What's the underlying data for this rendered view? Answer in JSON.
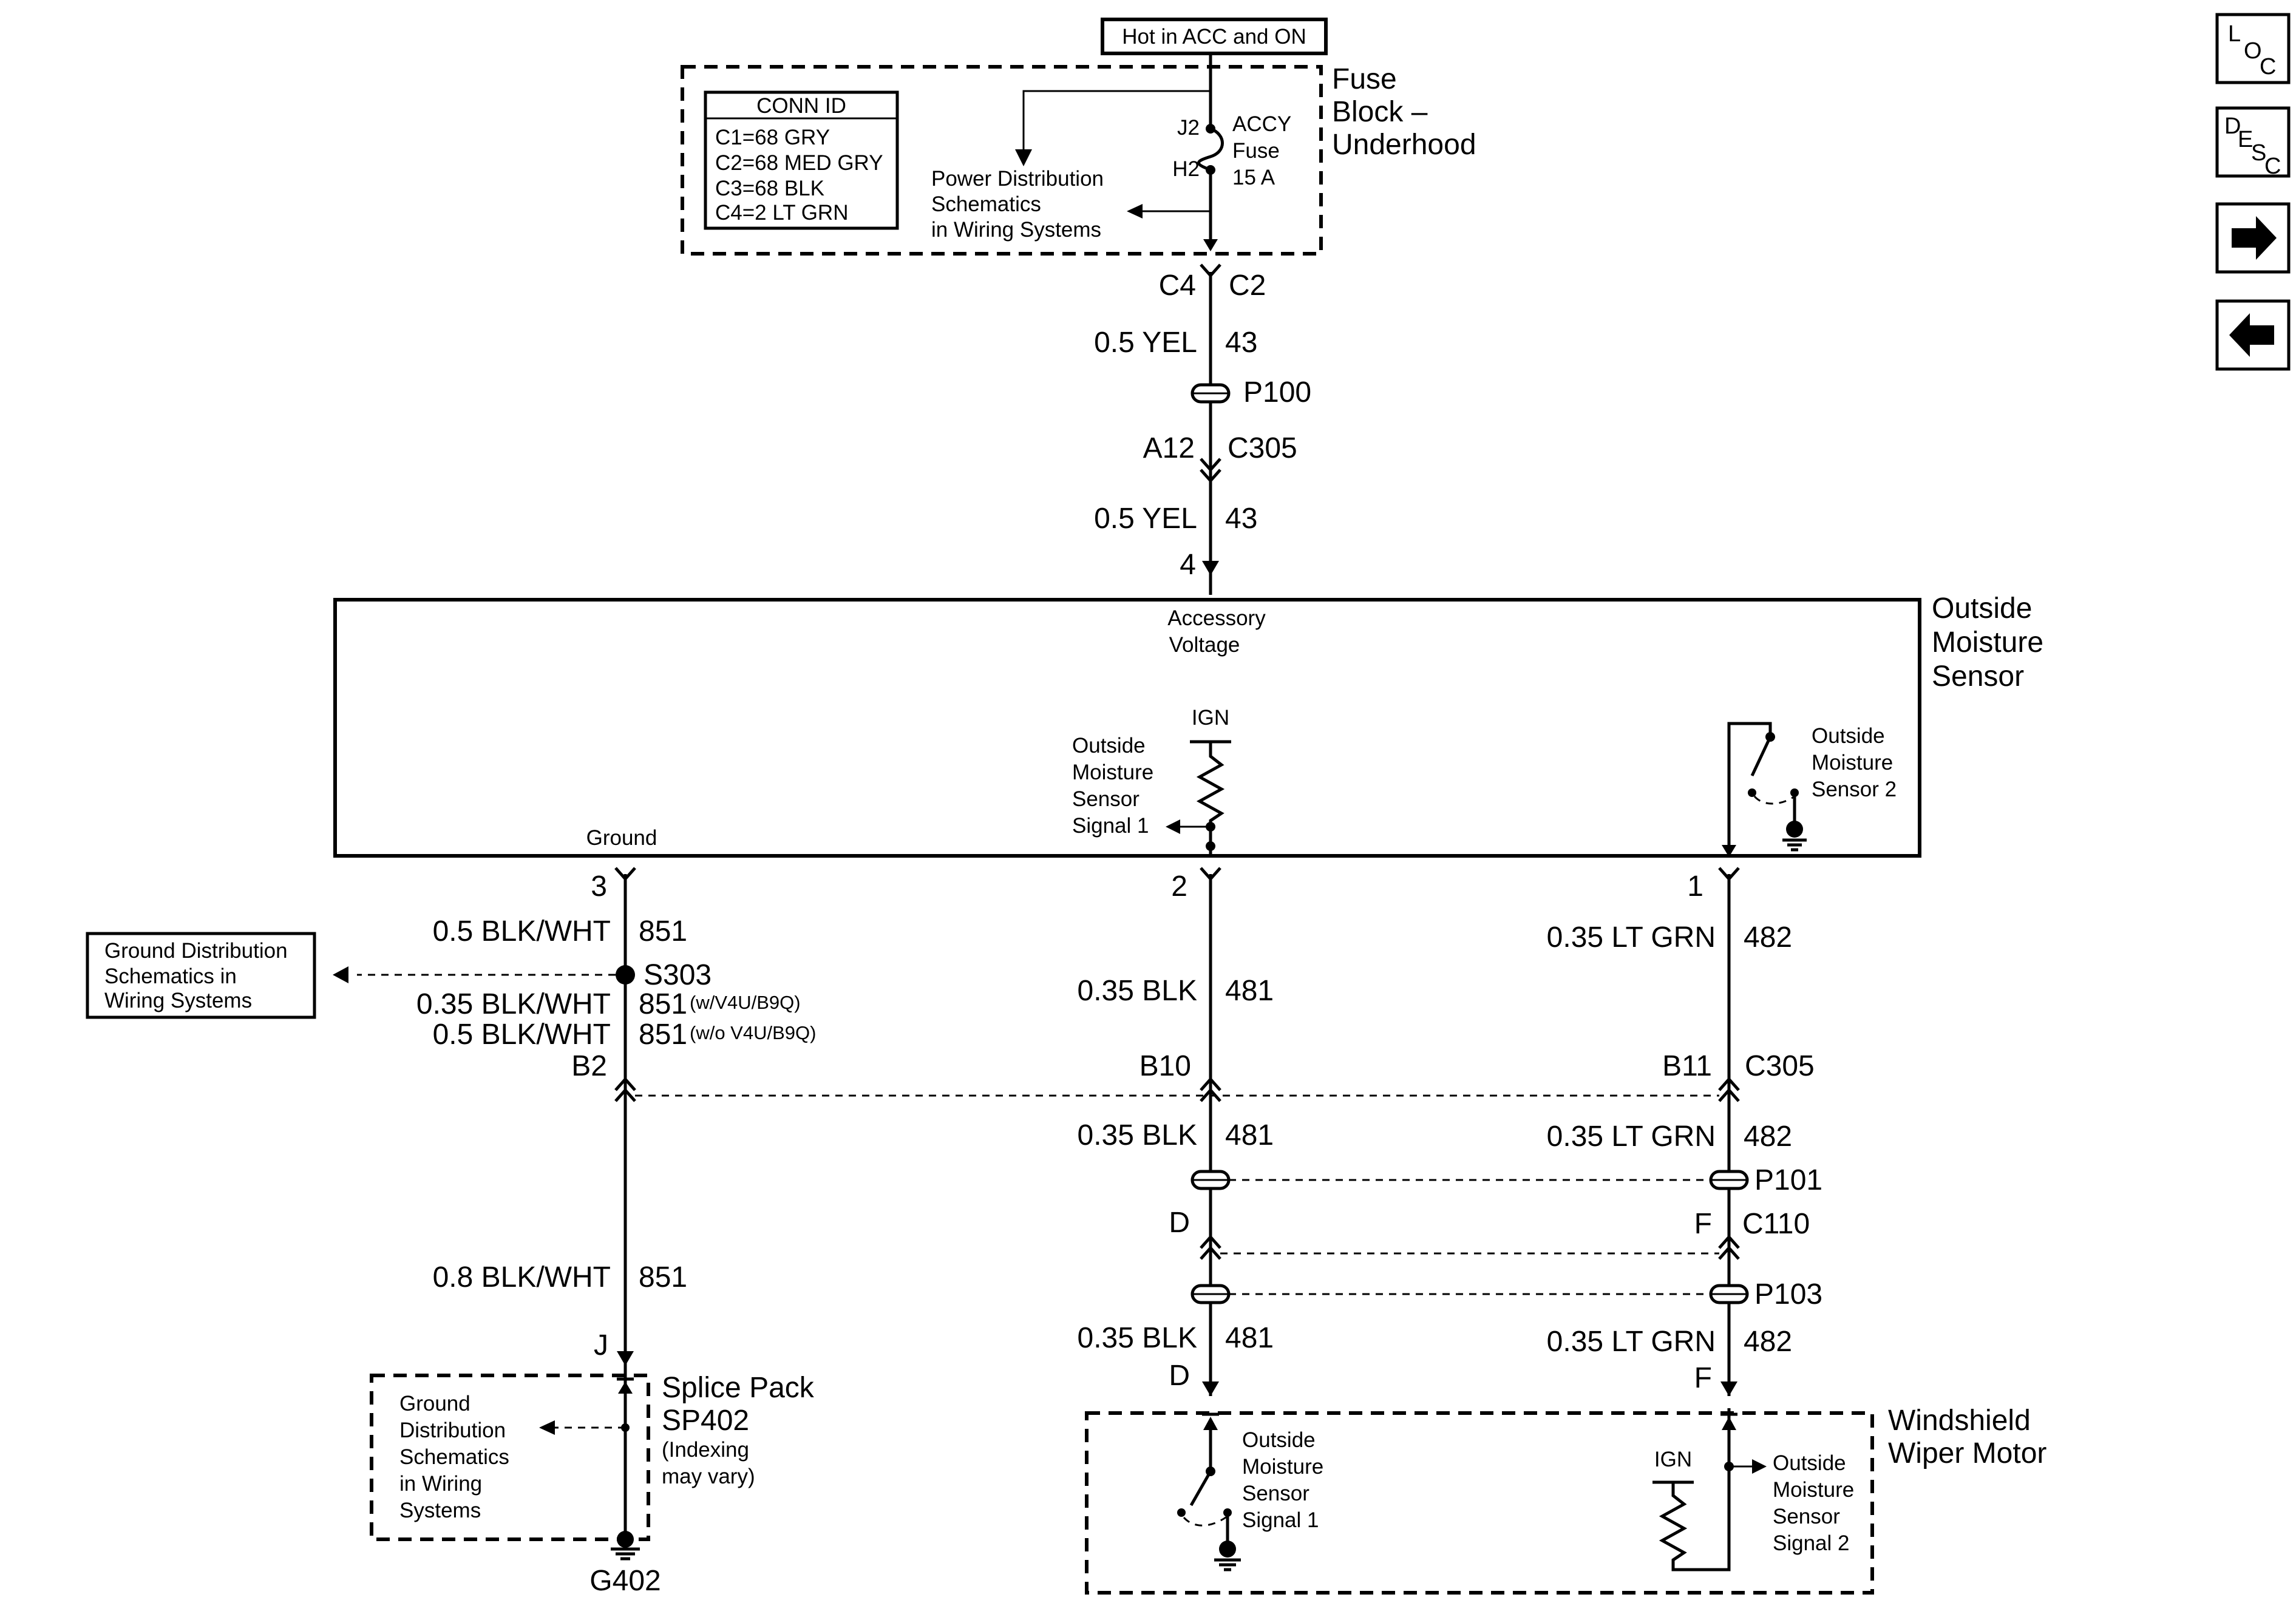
{
  "header": {
    "hot_label": "Hot in ACC and ON"
  },
  "fuse_block": {
    "name_line1": "Fuse",
    "name_line2": "Block –",
    "name_line3": "Underhood",
    "conn_id_title": "CONN ID",
    "conn_ids": [
      "C1=68 GRY",
      "C2=68 MED GRY",
      "C3=68 BLK",
      "C4=2 LT GRN"
    ],
    "power_dist_line1": "Power Distribution",
    "power_dist_line2": "Schematics",
    "power_dist_line3": "in Wiring Systems",
    "pin_j2": "J2",
    "pin_h2": "H2",
    "fuse_line1": "ACCY",
    "fuse_line2": "Fuse",
    "fuse_line3": "15 A"
  },
  "feed_circuit": {
    "conn1_left": "C4",
    "conn1_right": "C2",
    "wire1_color": "0.5 YEL",
    "wire1_circuit": "43",
    "passthrough1": "P100",
    "conn2_left": "A12",
    "conn2_right": "C305",
    "wire2_color": "0.5 YEL",
    "wire2_circuit": "43",
    "pin4": "4"
  },
  "moisture_sensor": {
    "name_line1": "Outside",
    "name_line2": "Moisture",
    "name_line3": "Sensor",
    "acc_line1": "Accessory",
    "acc_line2": "Voltage",
    "ign": "IGN",
    "signal1_line1": "Outside",
    "signal1_line2": "Moisture",
    "signal1_line3": "Sensor",
    "signal1_line4": "Signal 1",
    "signal2_line1": "Outside",
    "signal2_line2": "Moisture",
    "signal2_line3": "Sensor 2",
    "ground": "Ground"
  },
  "ground_circuit": {
    "pin": "3",
    "wire1_color": "0.5 BLK/WHT",
    "wire1_circuit": "851",
    "splice": "S303",
    "gnd_dist_line1": "Ground Distribution",
    "gnd_dist_line2": "Schematics in",
    "gnd_dist_line3": "Wiring Systems",
    "wire2_color": "0.35 BLK/WHT",
    "wire2_circuit": "851",
    "wire2_note": "(w/V4U/B9Q)",
    "wire3_color": "0.5 BLK/WHT",
    "wire3_circuit": "851",
    "wire3_note": "(w/o V4U/B9Q)",
    "conn_pin": "B2",
    "wire4_color": "0.8 BLK/WHT",
    "wire4_circuit": "851",
    "pin_j": "J",
    "splice_pack_line1": "Splice Pack",
    "splice_pack_line2": "SP402",
    "splice_pack_line3": "(Indexing",
    "splice_pack_line4": "may vary)",
    "sp_gnd_line1": "Ground",
    "sp_gnd_line2": "Distribution",
    "sp_gnd_line3": "Schematics",
    "sp_gnd_line4": "in Wiring",
    "sp_gnd_line5": "Systems",
    "ground_point": "G402"
  },
  "signal1_circuit": {
    "pin": "2",
    "wire1_color": "0.35 BLK",
    "wire1_circuit": "481",
    "conn_pin": "B10",
    "wire2_color": "0.35 BLK",
    "wire2_circuit": "481",
    "pin_d1": "D",
    "wire3_color": "0.35 BLK",
    "wire3_circuit": "481",
    "pin_d2": "D"
  },
  "signal2_circuit": {
    "pin": "1",
    "wire1_color": "0.35 LT GRN",
    "wire1_circuit": "482",
    "conn_pin": "B11",
    "conn_name": "C305",
    "wire2_color": "0.35 LT GRN",
    "wire2_circuit": "482",
    "passthrough1": "P101",
    "pin_f1": "F",
    "conn2_name": "C110",
    "passthrough2": "P103",
    "wire3_color": "0.35 LT GRN",
    "wire3_circuit": "482",
    "pin_f2": "F"
  },
  "wiper_motor": {
    "name_line1": "Windshield",
    "name_line2": "Wiper Motor",
    "sig1_line1": "Outside",
    "sig1_line2": "Moisture",
    "sig1_line3": "Sensor",
    "sig1_line4": "Signal 1",
    "ign": "IGN",
    "sig2_line1": "Outside",
    "sig2_line2": "Moisture",
    "sig2_line3": "Sensor",
    "sig2_line4": "Signal 2"
  },
  "nav": {
    "loc_l": "L",
    "loc_o": "O",
    "loc_c": "C",
    "desc_d": "D",
    "desc_e": "E",
    "desc_s": "S",
    "desc_c": "C"
  }
}
